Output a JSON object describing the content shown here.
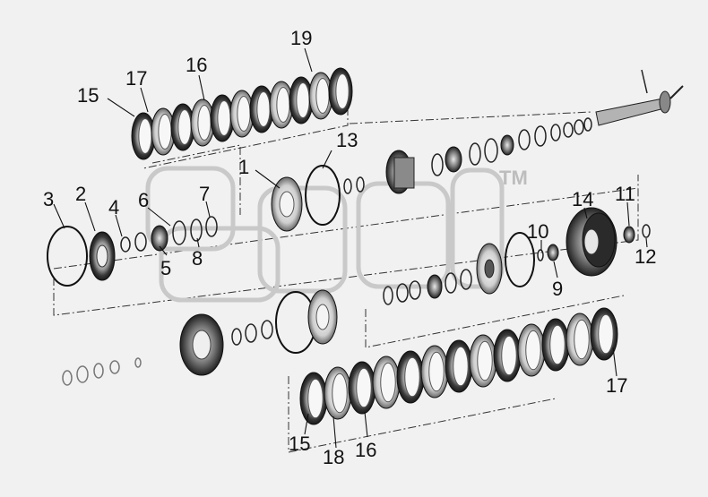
{
  "diagram": {
    "callouts": [
      {
        "id": "c1",
        "label": "1"
      },
      {
        "id": "c2",
        "label": "2"
      },
      {
        "id": "c3",
        "label": "3"
      },
      {
        "id": "c4",
        "label": "4"
      },
      {
        "id": "c5",
        "label": "5"
      },
      {
        "id": "c6",
        "label": "6"
      },
      {
        "id": "c7",
        "label": "7"
      },
      {
        "id": "c8",
        "label": "8"
      },
      {
        "id": "c9",
        "label": "9"
      },
      {
        "id": "c10",
        "label": "10"
      },
      {
        "id": "c11",
        "label": "11"
      },
      {
        "id": "c12",
        "label": "12"
      },
      {
        "id": "c13",
        "label": "13"
      },
      {
        "id": "c14",
        "label": "14"
      },
      {
        "id": "c15a",
        "label": "15"
      },
      {
        "id": "c15b",
        "label": "15"
      },
      {
        "id": "c16a",
        "label": "16"
      },
      {
        "id": "c16b",
        "label": "16"
      },
      {
        "id": "c17a",
        "label": "17"
      },
      {
        "id": "c17b",
        "label": "17"
      },
      {
        "id": "c18",
        "label": "18"
      },
      {
        "id": "c19",
        "label": "19"
      }
    ],
    "watermark": {
      "text": "TM"
    }
  }
}
